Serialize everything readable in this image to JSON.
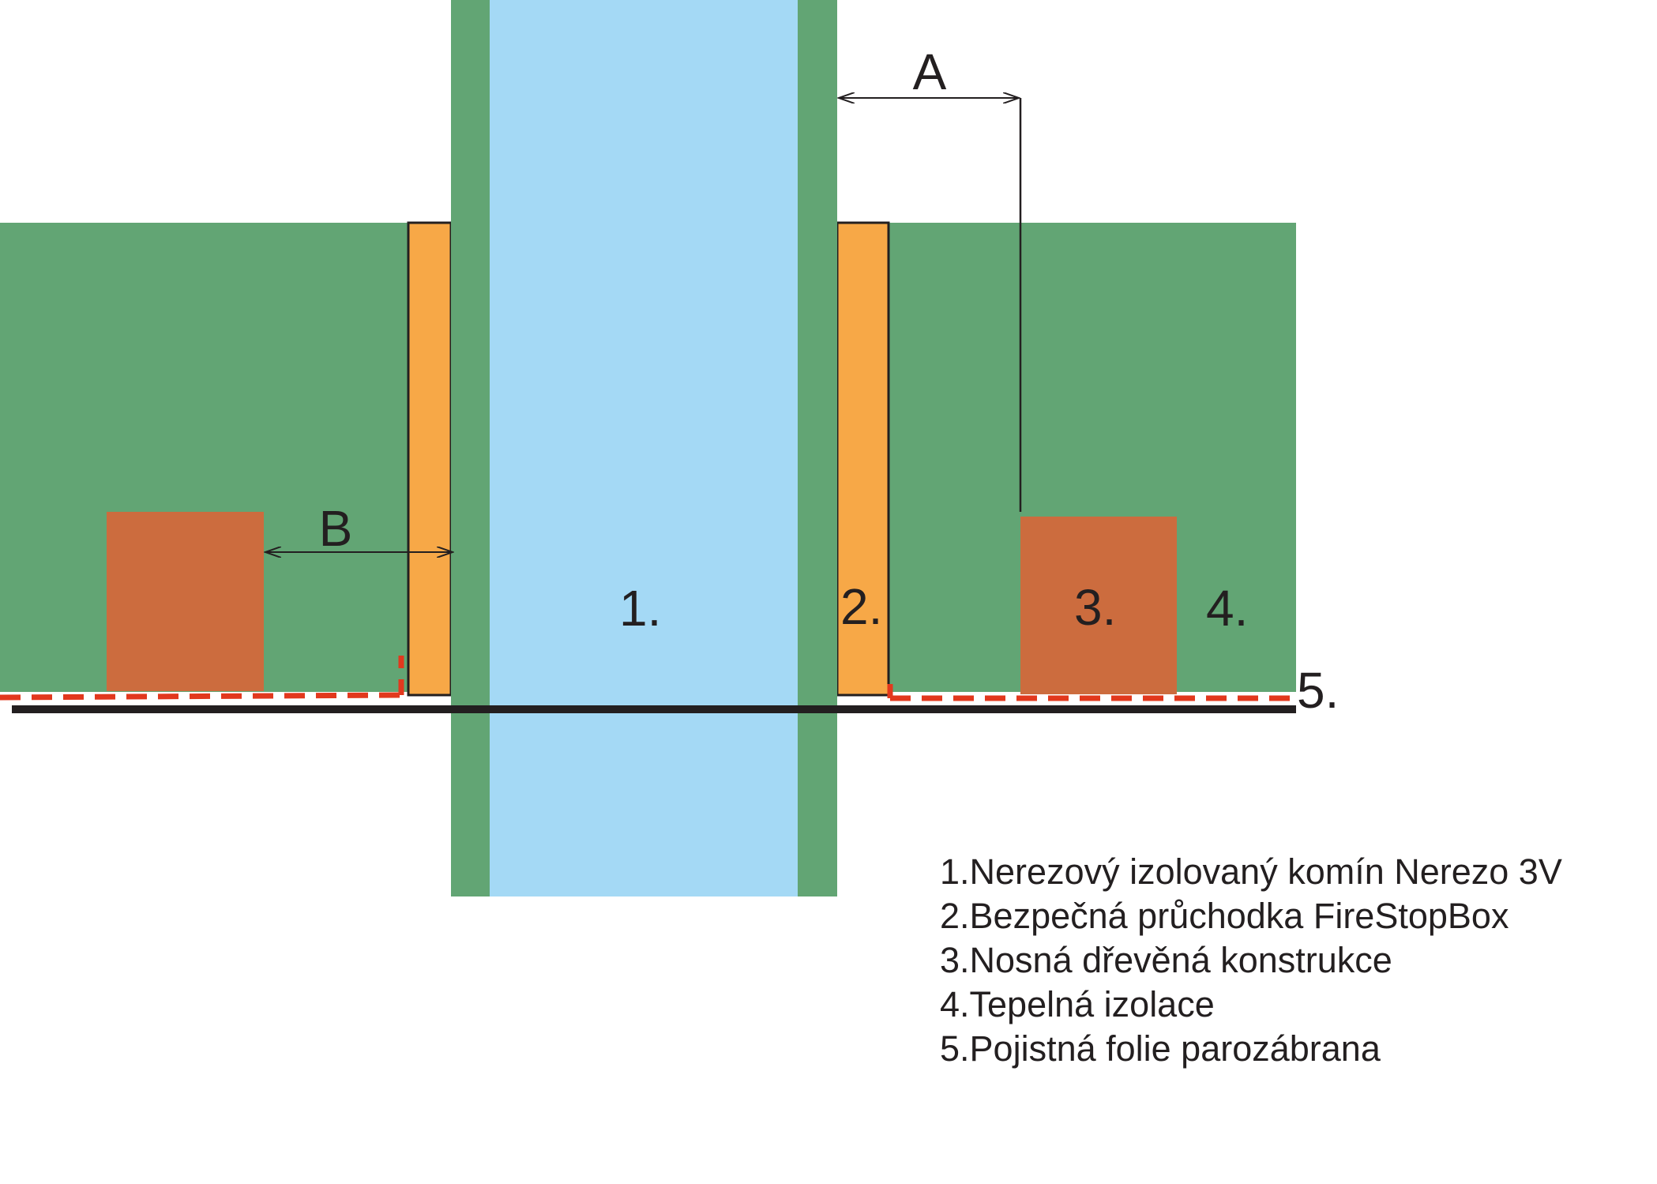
{
  "labels": {
    "dim_a": "A",
    "dim_b": "B",
    "part_1": "1.",
    "part_2": "2.",
    "part_3": "3.",
    "part_4": "4.",
    "part_5": "5."
  },
  "legend": [
    "1.Nerezový izolovaný komín Nerezo 3V",
    "2.Bezpečná průchodka FireStopBox",
    "3.Nosná dřevěná konstrukce",
    "4.Tepelná izolace",
    "5.Pojistná folie parozábrana"
  ],
  "colors": {
    "insulation_green": "#62a574",
    "chimney_blue": "#a4d9f5",
    "firestop_orange": "#f7a847",
    "timber_brown": "#cc6c3e",
    "vapor_barrier_red": "#e2381d",
    "line_black": "#231f20"
  }
}
